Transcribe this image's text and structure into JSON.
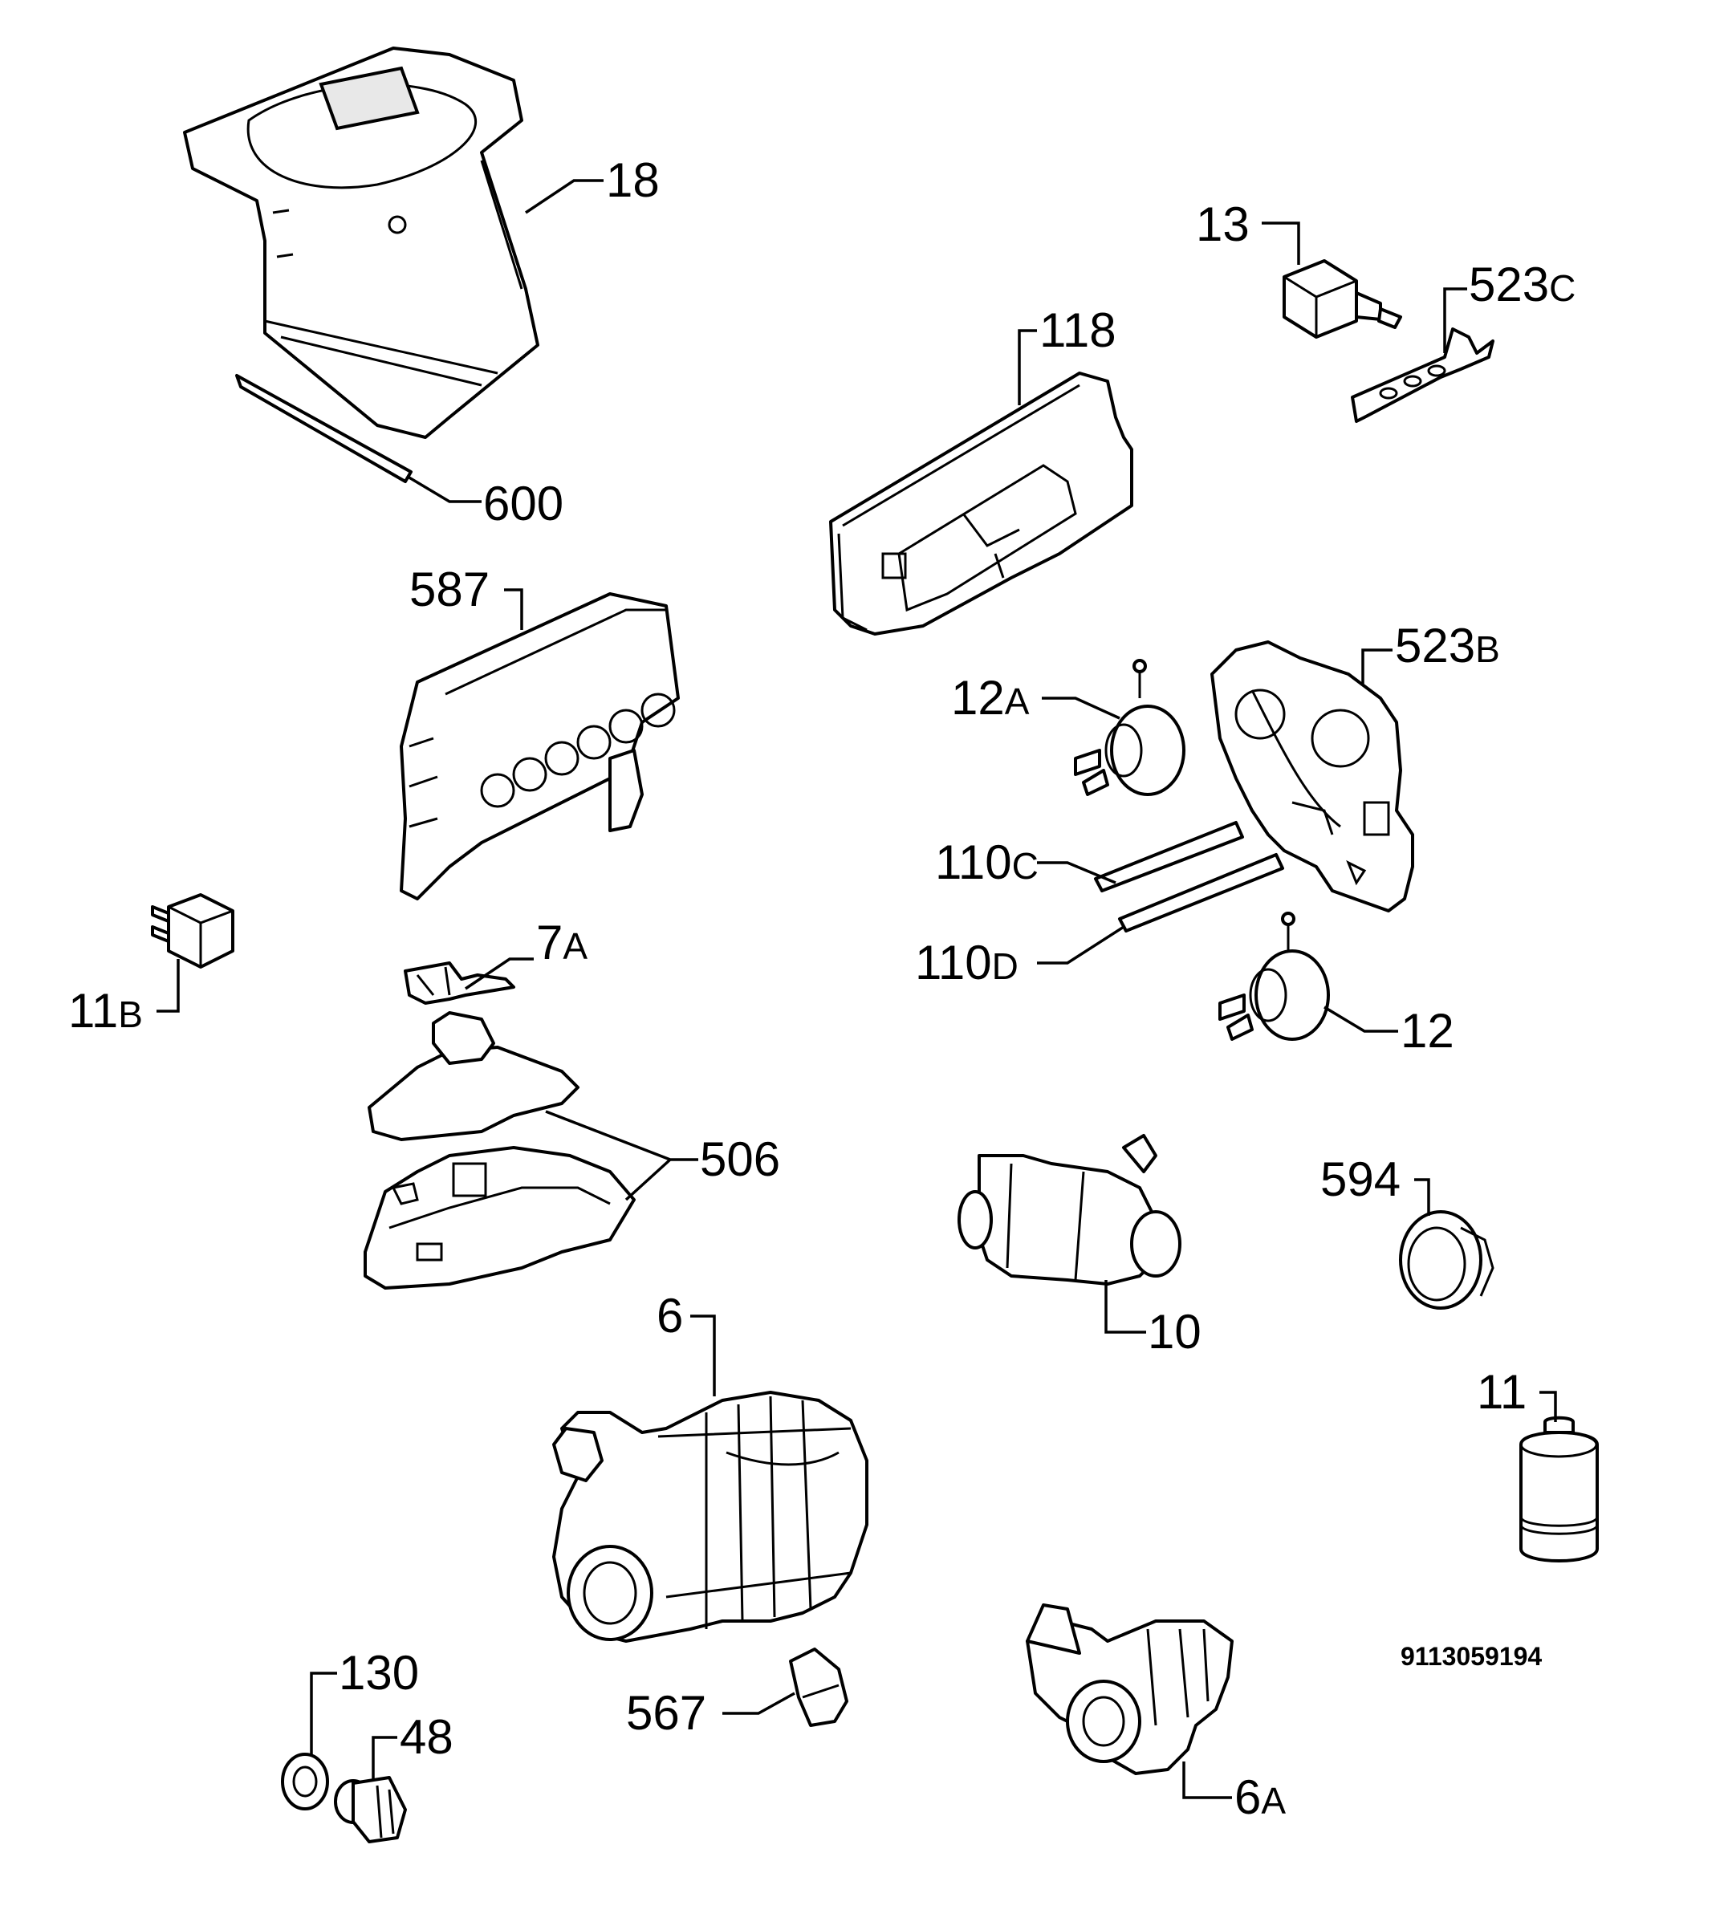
{
  "diagram_code": "9113059194",
  "labels": {
    "p18": {
      "num": "18",
      "suf": ""
    },
    "p600": {
      "num": "600",
      "suf": ""
    },
    "p13": {
      "num": "13",
      "suf": ""
    },
    "p523c": {
      "num": "523",
      "suf": "C"
    },
    "p118": {
      "num": "118",
      "suf": ""
    },
    "p587": {
      "num": "587",
      "suf": ""
    },
    "p523b": {
      "num": "523",
      "suf": "B"
    },
    "p12a": {
      "num": "12",
      "suf": "A"
    },
    "p110c": {
      "num": "110",
      "suf": "C"
    },
    "p11b": {
      "num": "11",
      "suf": "B"
    },
    "p7a": {
      "num": "7",
      "suf": "A"
    },
    "p110d": {
      "num": "110",
      "suf": "D"
    },
    "p12": {
      "num": "12",
      "suf": ""
    },
    "p506": {
      "num": "506",
      "suf": ""
    },
    "p594": {
      "num": "594",
      "suf": ""
    },
    "p10": {
      "num": "10",
      "suf": ""
    },
    "p6": {
      "num": "6",
      "suf": ""
    },
    "p11": {
      "num": "11",
      "suf": ""
    },
    "p130": {
      "num": "130",
      "suf": ""
    },
    "p48": {
      "num": "48",
      "suf": ""
    },
    "p567": {
      "num": "567",
      "suf": ""
    },
    "p6a": {
      "num": "6",
      "suf": "A"
    }
  }
}
